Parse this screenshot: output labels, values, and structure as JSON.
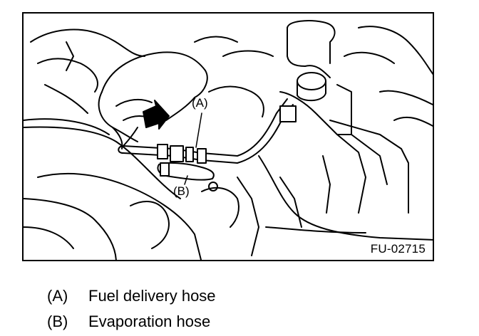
{
  "figure": {
    "id": "FU-02715",
    "callouts": {
      "a": "(A)",
      "b": "(B)"
    }
  },
  "legend": {
    "items": [
      {
        "key": "(A)",
        "text": "Fuel delivery hose"
      },
      {
        "key": "(B)",
        "text": "Evaporation hose"
      }
    ]
  }
}
